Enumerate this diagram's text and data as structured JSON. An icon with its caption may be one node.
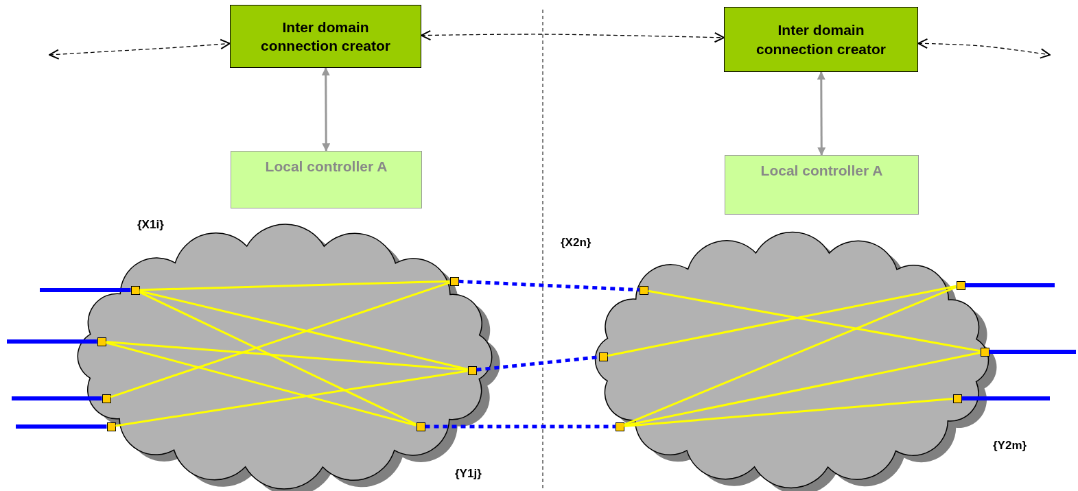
{
  "diagram": {
    "nodes": [
      {
        "text": [
          "Inter domain connection creator"
        ]
      },
      {
        "text": [
          "Inter domain connection creator"
        ]
      },
      {
        "text": [
          "Local controller A"
        ]
      },
      {
        "text": [
          "Local controller A"
        ]
      },
      {
        "text": [],
        "shape": "cloud"
      },
      {
        "text": [],
        "shape": "cloud"
      },
      {
        "text": [],
        "shape": "box",
        "in": 4
      },
      {
        "text": [],
        "shape": "box",
        "in": 4
      },
      {
        "text": [],
        "shape": "box",
        "in": 4
      },
      {
        "text": [],
        "shape": "box",
        "in": 4
      },
      {
        "text": [],
        "shape": "box",
        "in": 4
      },
      {
        "text": [],
        "shape": "box",
        "in": 4
      },
      {
        "text": [],
        "shape": "box",
        "in": 4
      },
      {
        "text": [],
        "shape": "box",
        "in": 5
      },
      {
        "text": [],
        "shape": "box",
        "in": 5
      },
      {
        "text": [],
        "shape": "box",
        "in": 5
      },
      {
        "text": [],
        "shape": "box",
        "in": 5
      },
      {
        "text": [],
        "shape": "box",
        "in": 5
      },
      {
        "text": [],
        "shape": "box",
        "in": 5
      }
    ],
    "edges": [
      {
        "from": null,
        "to": 0,
        "arrow": "both",
        "style": "dashed",
        "color": "#000000"
      },
      {
        "from": 0,
        "to": 1,
        "arrow": "both",
        "style": "dashed",
        "color": "#000000"
      },
      {
        "from": 1,
        "to": null,
        "arrow": "both",
        "style": "dashed",
        "color": "#000000"
      },
      {
        "from": 0,
        "to": 2,
        "arrow": "both",
        "color": "#999999"
      },
      {
        "from": 1,
        "to": 3,
        "arrow": "both",
        "color": "#999999"
      },
      {
        "from": null,
        "to": 6,
        "arrow": "none",
        "style": "thick",
        "color": "#0000ff"
      },
      {
        "from": null,
        "to": 7,
        "arrow": "none",
        "style": "thick",
        "color": "#0000ff"
      },
      {
        "from": null,
        "to": 8,
        "arrow": "none",
        "style": "thick",
        "color": "#0000ff"
      },
      {
        "from": null,
        "to": 9,
        "arrow": "none",
        "style": "thick",
        "color": "#0000ff"
      },
      {
        "from": 16,
        "to": null,
        "arrow": "none",
        "style": "thick",
        "color": "#0000ff"
      },
      {
        "from": 17,
        "to": null,
        "arrow": "none",
        "style": "thick",
        "color": "#0000ff"
      },
      {
        "from": 18,
        "to": null,
        "arrow": "none",
        "style": "thick",
        "color": "#0000ff"
      },
      {
        "from": 10,
        "to": 13,
        "arrow": "none",
        "style": "dashed",
        "color": "#0000ff"
      },
      {
        "from": 11,
        "to": 14,
        "arrow": "none",
        "style": "dashed",
        "color": "#0000ff"
      },
      {
        "from": 12,
        "to": 15,
        "arrow": "none",
        "style": "dashed",
        "color": "#0000ff"
      },
      {
        "from": 6,
        "to": 10,
        "arrow": "none"
      },
      {
        "from": 6,
        "to": 11,
        "arrow": "none"
      },
      {
        "from": 6,
        "to": 12,
        "arrow": "none"
      },
      {
        "from": 7,
        "to": 11,
        "arrow": "none"
      },
      {
        "from": 7,
        "to": 12,
        "arrow": "none"
      },
      {
        "from": 8,
        "to": 10,
        "arrow": "none"
      },
      {
        "from": 9,
        "to": 11,
        "arrow": "none"
      },
      {
        "from": 13,
        "to": 17,
        "arrow": "none"
      },
      {
        "from": 14,
        "to": 16,
        "arrow": "none"
      },
      {
        "from": 15,
        "to": 16,
        "arrow": "none"
      },
      {
        "from": 15,
        "to": 17,
        "arrow": "none"
      },
      {
        "from": 15,
        "to": 18,
        "arrow": "none"
      }
    ],
    "labels": [
      "{X1i}",
      "{X2n}",
      "{Y1j}",
      "{Y2m}"
    ]
  }
}
